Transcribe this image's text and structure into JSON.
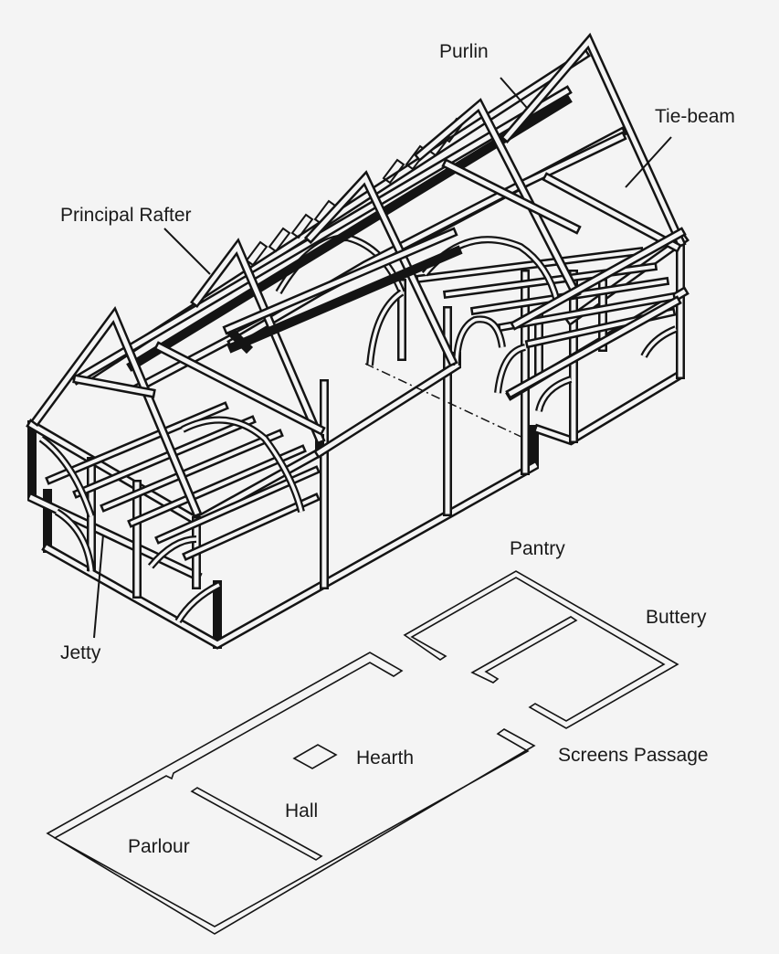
{
  "labels": {
    "purlin": "Purlin",
    "tie_beam": "Tie-beam",
    "principal_rafter": "Principal Rafter",
    "jetty": "Jetty",
    "pantry": "Pantry",
    "buttery": "Buttery",
    "screens_passage": "Screens Passage",
    "hearth": "Hearth",
    "hall": "Hall",
    "parlour": "Parlour"
  },
  "colors": {
    "ink": "#141414",
    "paper": "#f4f4f4"
  }
}
